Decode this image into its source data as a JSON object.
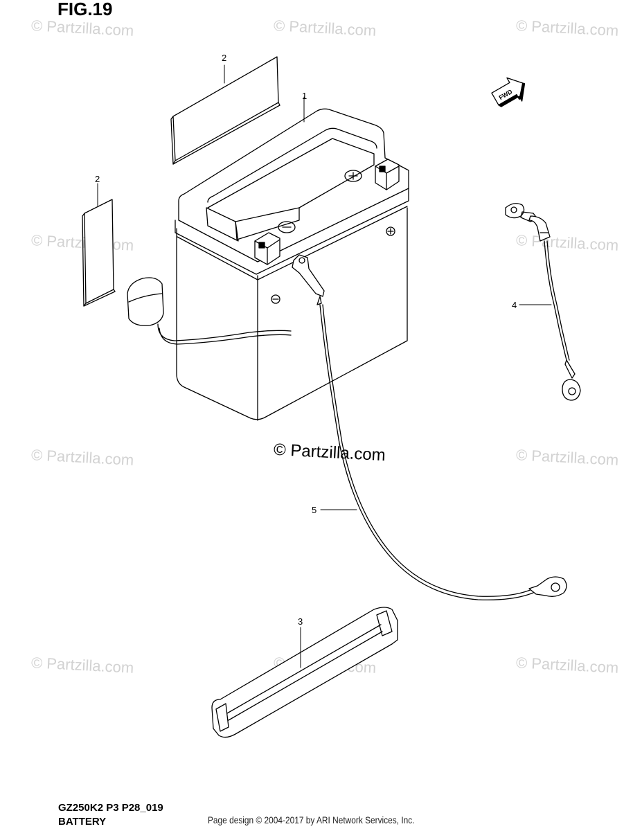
{
  "figure": {
    "title": "FIG.19"
  },
  "watermark": {
    "text": "© Partzilla.com",
    "center_text": "© Partzilla.com"
  },
  "callouts": [
    {
      "id": "1",
      "label": "1"
    },
    {
      "id": "2a",
      "label": "2"
    },
    {
      "id": "2b",
      "label": "2"
    },
    {
      "id": "3",
      "label": "3"
    },
    {
      "id": "4",
      "label": "4"
    },
    {
      "id": "5",
      "label": "5"
    }
  ],
  "direction_marker": {
    "label": "FWD",
    "icon": "fwd-arrow-icon"
  },
  "terminals": {
    "positive_symbol": "+",
    "negative_symbol": "−"
  },
  "footer": {
    "model_code": "GZ250K2 P3 P28_019",
    "section": "BATTERY",
    "credit": "Page design © 2004-2017 by ARI Network Services, Inc."
  }
}
